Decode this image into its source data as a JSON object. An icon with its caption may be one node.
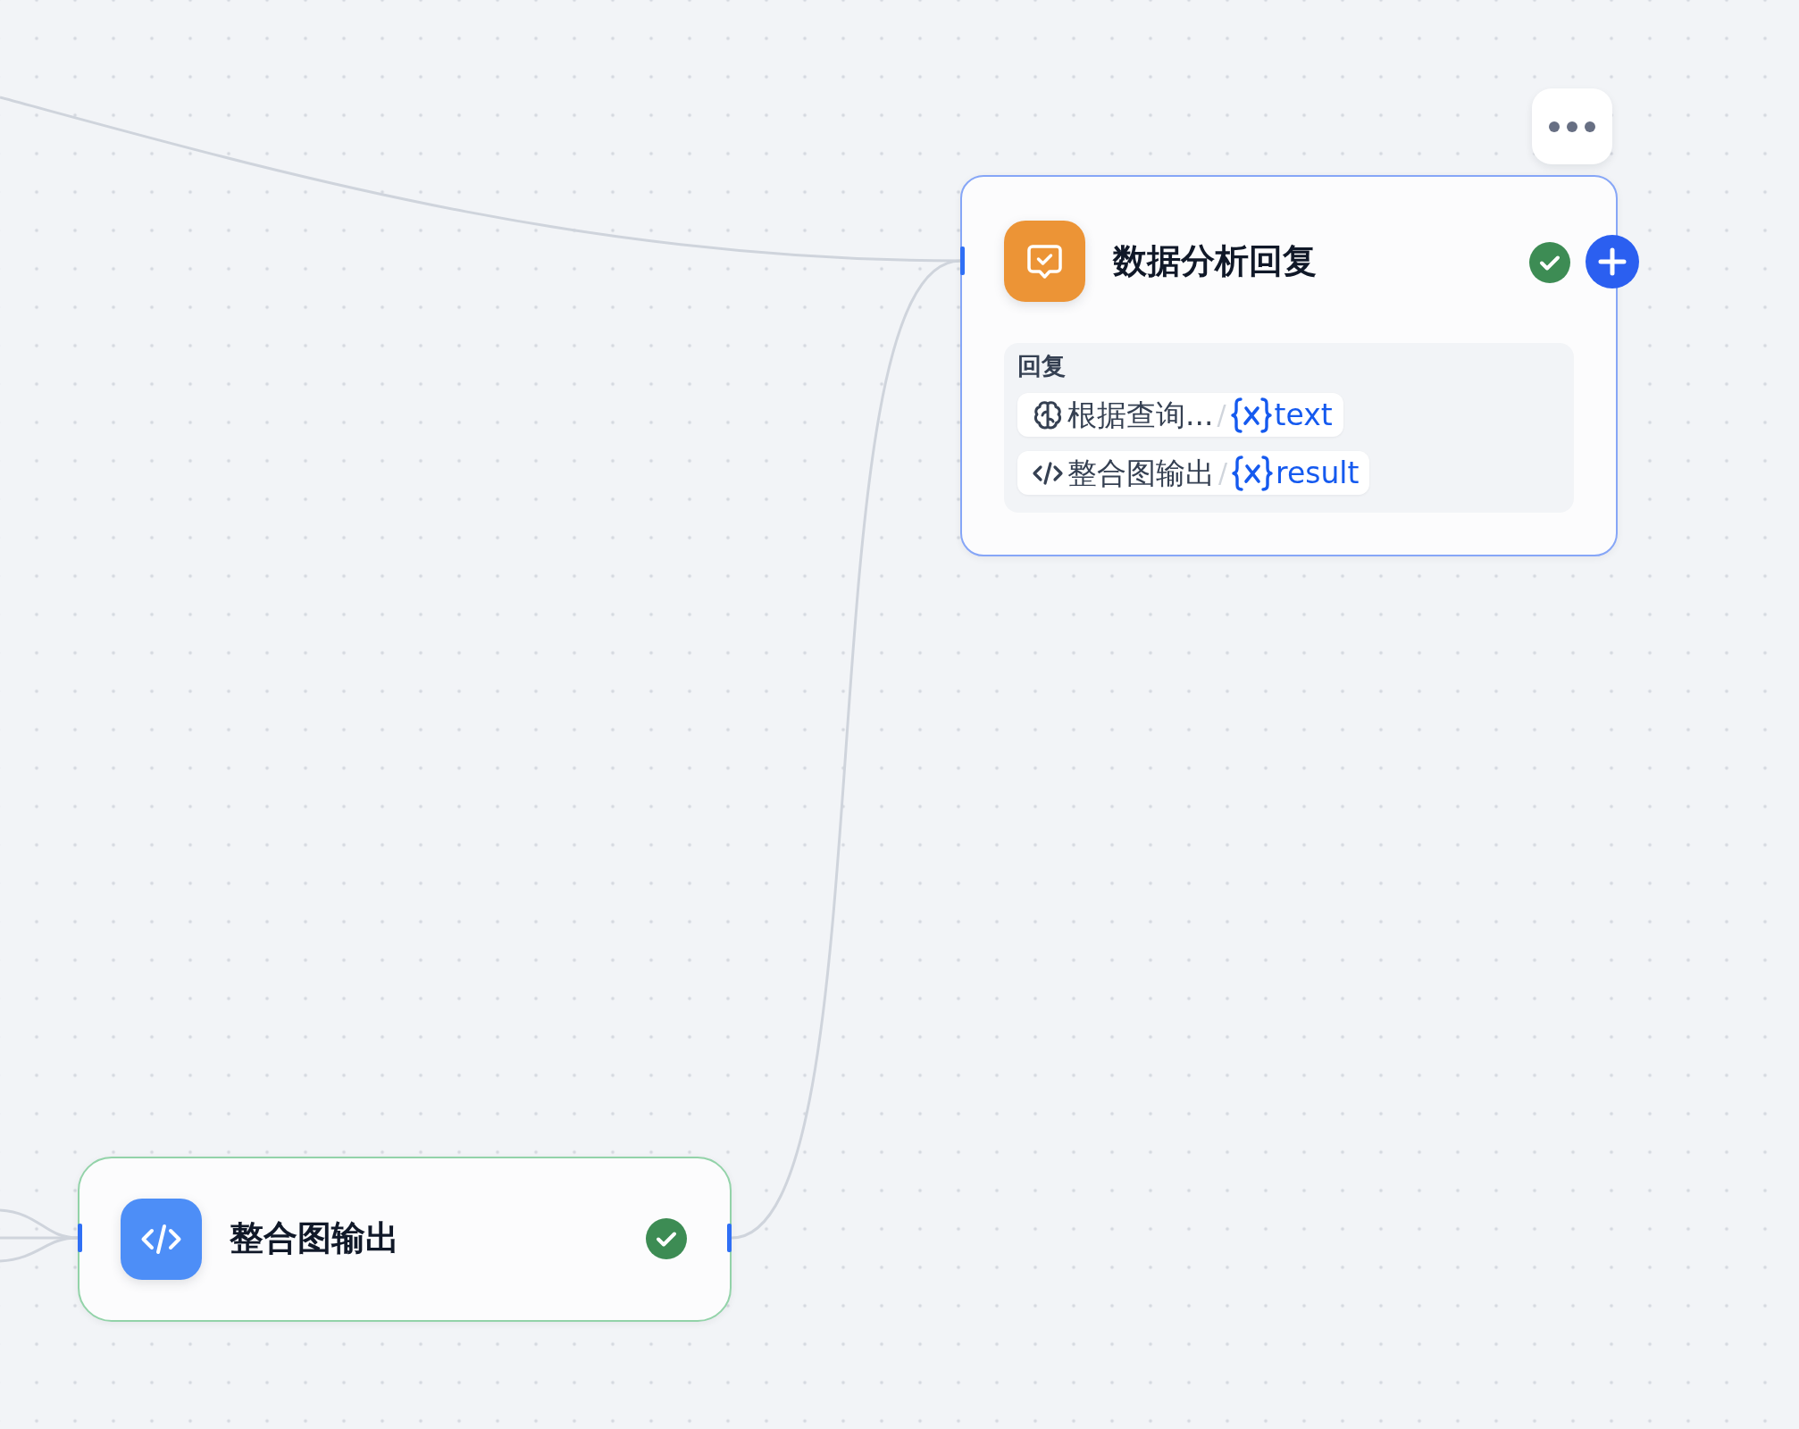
{
  "diagram": {
    "nodes": [
      {
        "text": [
          "数据分析回复"
        ]
      },
      {
        "text": [
          "回复"
        ],
        "in": 0
      },
      {
        "text": [
          "根据查询...",
          "/",
          "text"
        ],
        "in": 1
      },
      {
        "text": [
          "整合图输出",
          "/",
          "result"
        ],
        "in": 1
      },
      {
        "text": [
          "整合图输出"
        ]
      }
    ],
    "edges": [
      {
        "from": null,
        "to": 0,
        "arrow": "none"
      },
      {
        "from": 4,
        "to": 0,
        "arrow": "none"
      },
      {
        "from": null,
        "to": 4,
        "arrow": "none"
      },
      {
        "from": null,
        "to": 4,
        "arrow": "none"
      },
      {
        "from": null,
        "to": 4,
        "arrow": "none"
      }
    ]
  }
}
